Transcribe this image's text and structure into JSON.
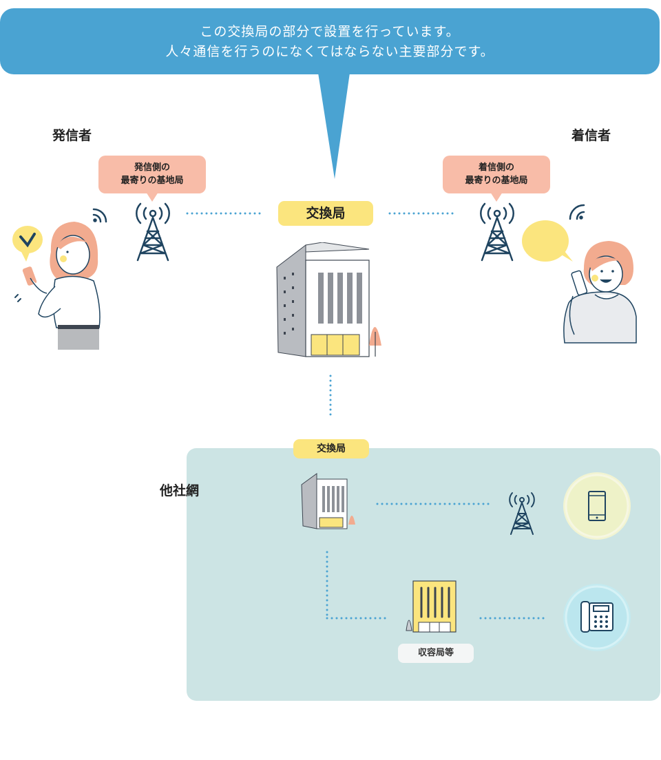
{
  "callout": {
    "line1": "この交換局の部分で設置を行っています。",
    "line2": "人々通信を行うのになくてはならない主要部分です。"
  },
  "sender": {
    "label": "発信者"
  },
  "receiver": {
    "label": "着信者"
  },
  "sender_base": {
    "line1": "発信側の",
    "line2": "最寄りの基地局"
  },
  "receiver_base": {
    "line1": "着信側の",
    "line2": "最寄りの基地局"
  },
  "main_exchange": {
    "label": "交換局"
  },
  "other_network": {
    "label": "他社網",
    "exchange_label": "交換局",
    "accommodation_label": "収容局等"
  },
  "colors": {
    "callout_blue": "#4aa3d2",
    "bubble_pink": "#f8bca8",
    "pill_yellow": "#fbe57e",
    "panel_teal": "#cce4e4",
    "line_dots": "#4aa3d2",
    "tower_navy": "#1f4460"
  }
}
